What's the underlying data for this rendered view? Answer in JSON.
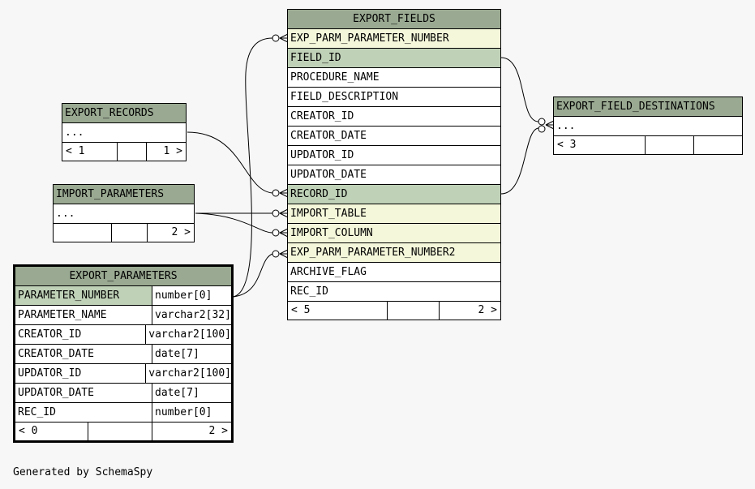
{
  "colors": {
    "header": "#9aaa92",
    "primary_key_row": "#bfd1b7",
    "foreign_key_row": "#f4f7da",
    "background": "#f7f7f7"
  },
  "export_fields": {
    "title": "EXPORT_FIELDS",
    "columns": [
      "EXP_PARM_PARAMETER_NUMBER",
      "FIELD_ID",
      "PROCEDURE_NAME",
      "FIELD_DESCRIPTION",
      "CREATOR_ID",
      "CREATOR_DATE",
      "UPDATOR_ID",
      "UPDATOR_DATE",
      "RECORD_ID",
      "IMPORT_TABLE",
      "IMPORT_COLUMN",
      "EXP_PARM_PARAMETER_NUMBER2",
      "ARCHIVE_FLAG",
      "REC_ID"
    ],
    "parents": "< 5",
    "children": "2 >"
  },
  "export_field_destinations": {
    "title": "EXPORT_FIELD_DESTINATIONS",
    "body": "...",
    "parents": "< 3"
  },
  "export_records": {
    "title": "EXPORT_RECORDS",
    "body": "...",
    "parents": "< 1",
    "children": "1 >"
  },
  "import_parameters": {
    "title": "IMPORT_PARAMETERS",
    "body": "...",
    "children": "2 >"
  },
  "export_parameters": {
    "title": "EXPORT_PARAMETERS",
    "columns": [
      {
        "name": "PARAMETER_NUMBER",
        "type": "number[0]"
      },
      {
        "name": "PARAMETER_NAME",
        "type": "varchar2[32]"
      },
      {
        "name": "CREATOR_ID",
        "type": "varchar2[100]"
      },
      {
        "name": "CREATOR_DATE",
        "type": "date[7]"
      },
      {
        "name": "UPDATOR_ID",
        "type": "varchar2[100]"
      },
      {
        "name": "UPDATOR_DATE",
        "type": "date[7]"
      },
      {
        "name": "REC_ID",
        "type": "number[0]"
      }
    ],
    "parents": "< 0",
    "children": "2 >"
  },
  "footer": "Generated by SchemaSpy"
}
